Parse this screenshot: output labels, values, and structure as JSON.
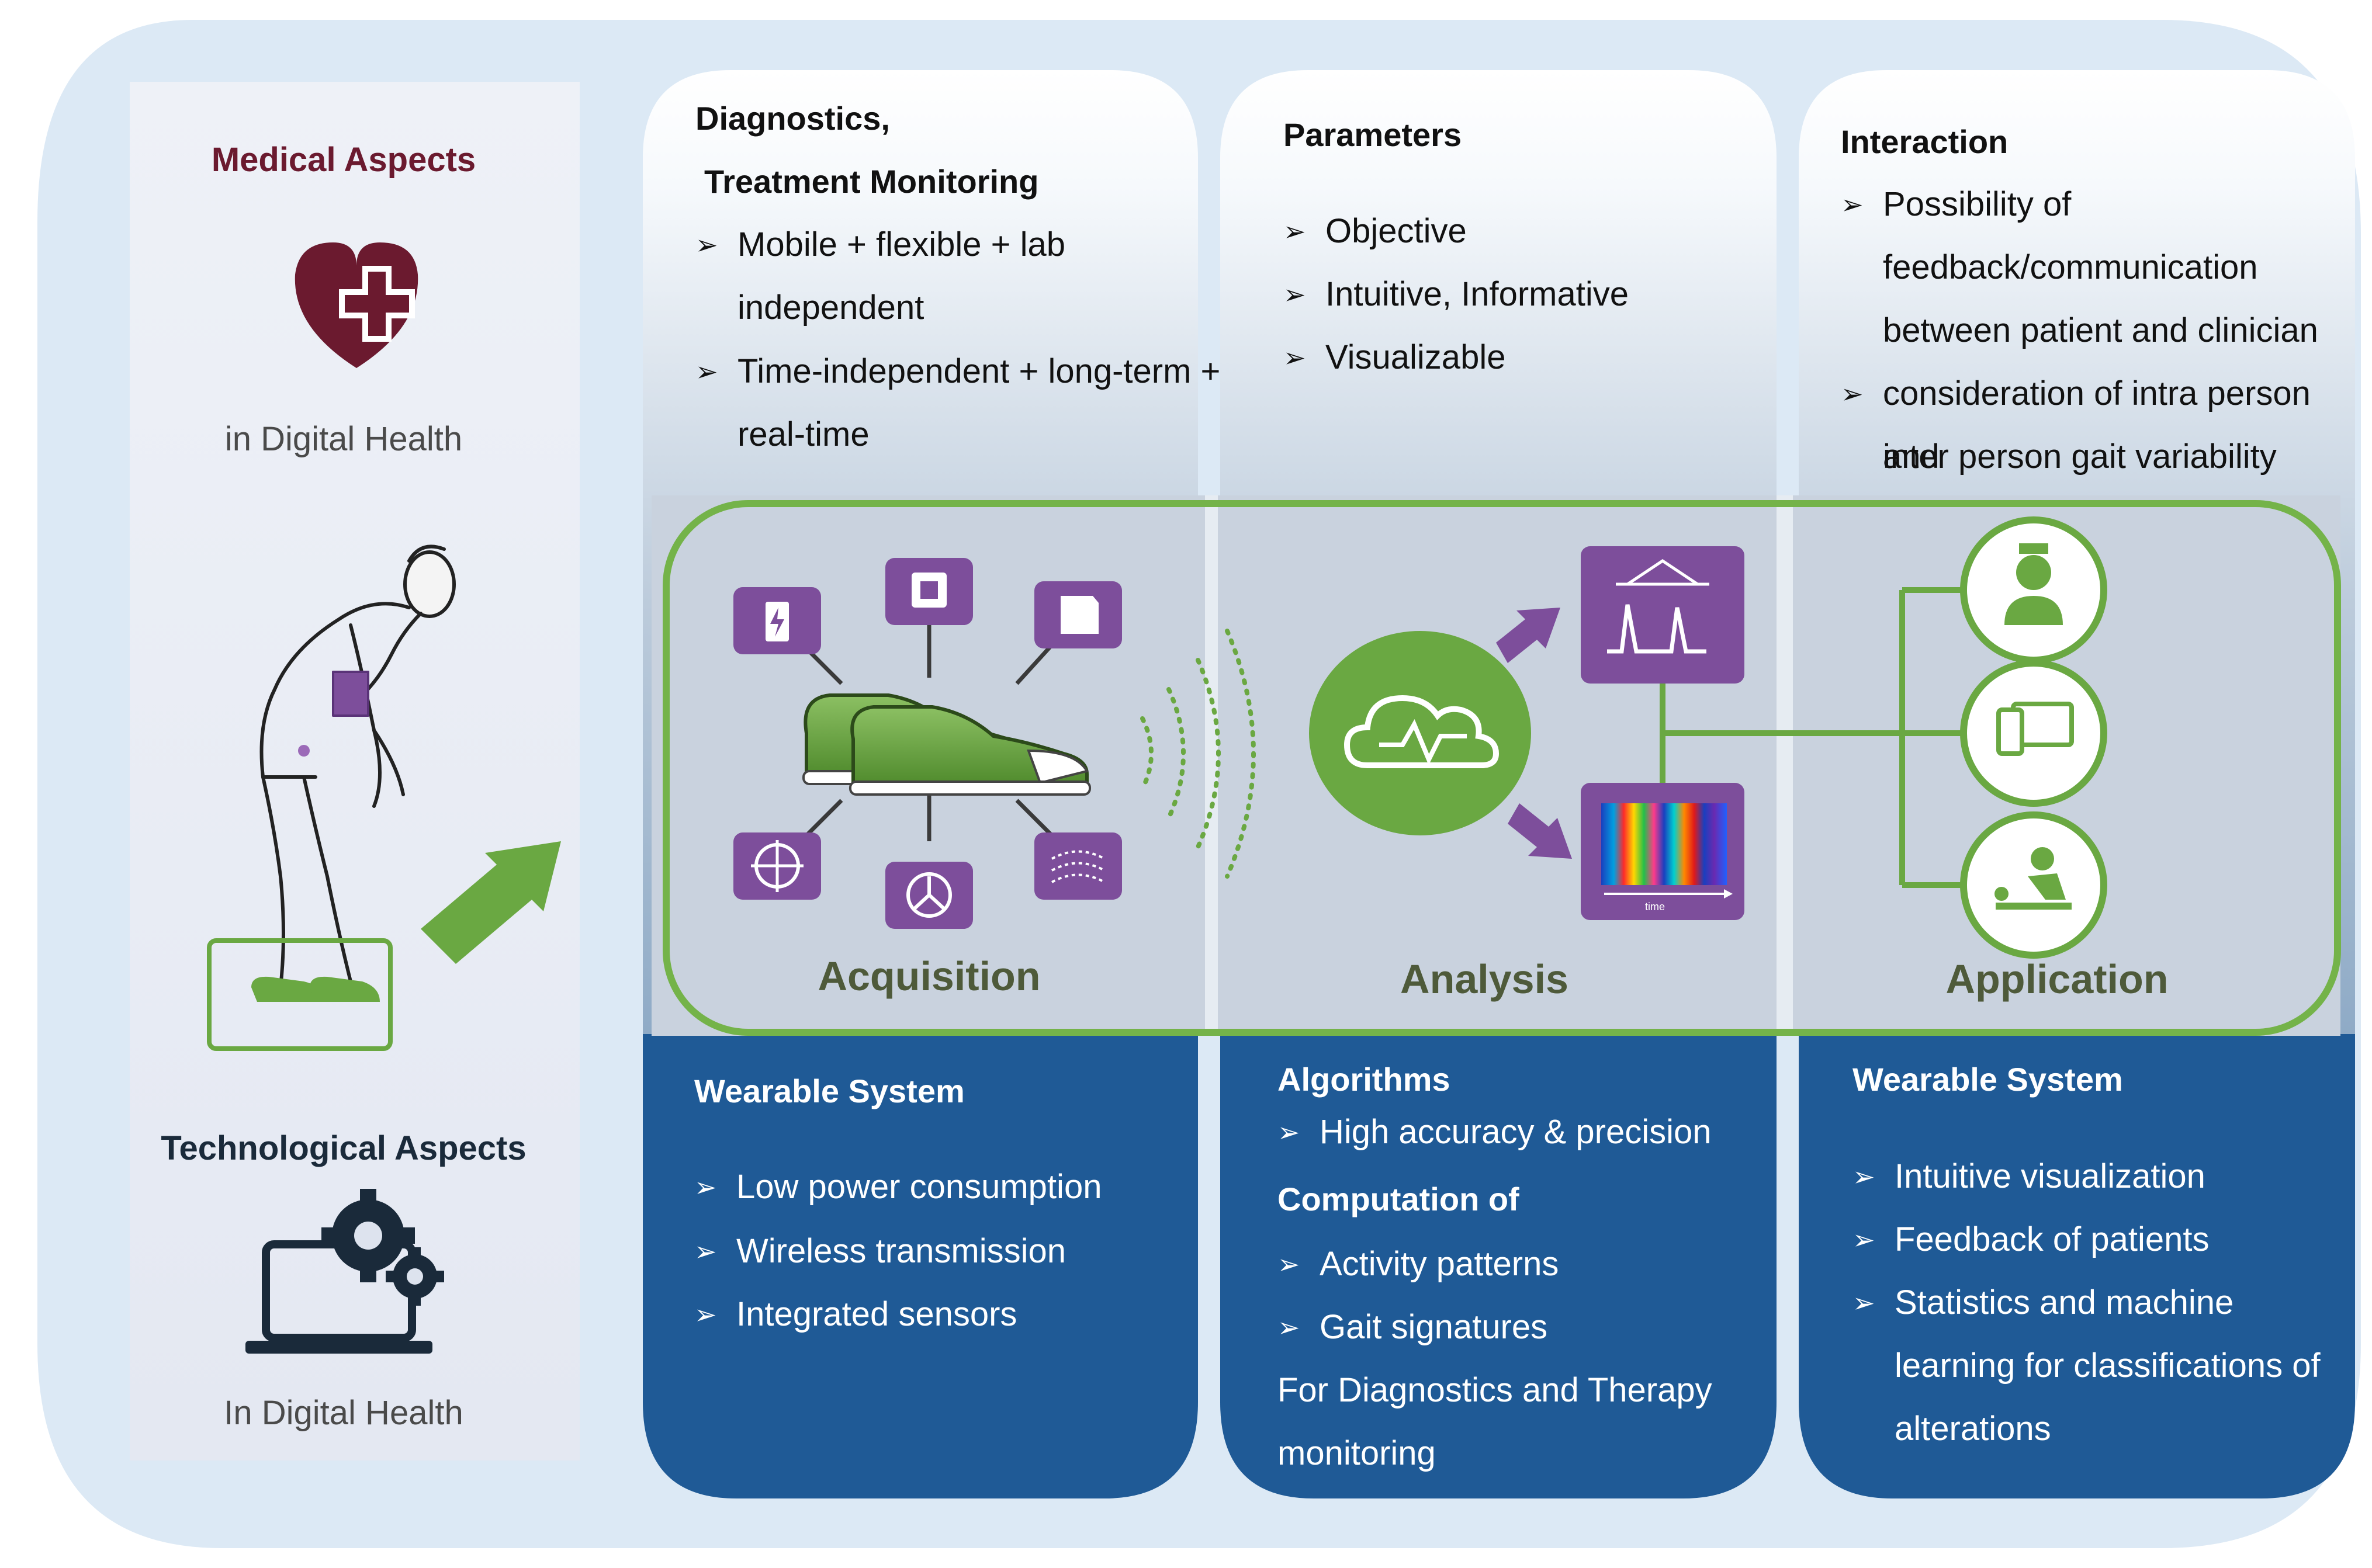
{
  "left": {
    "medical_title": "Medical Aspects",
    "medical_sub": "in Digital Health",
    "tech_title": "Technological Aspects",
    "tech_sub": "In Digital Health"
  },
  "columns": [
    {
      "top_title_1": "Diagnostics,",
      "top_title_2": "Treatment Monitoring",
      "top_items": [
        "Mobile + flexible + lab",
        "independent",
        "Time-independent + long-term +",
        "real-time"
      ],
      "bottom_title": "Wearable System",
      "bottom_items": [
        "Low power consumption",
        "Wireless transmission",
        "Integrated sensors"
      ]
    },
    {
      "top_title_1": "Parameters",
      "top_items": [
        "Objective",
        "Intuitive, Informative",
        "Visualizable"
      ],
      "bottom_title": "Algorithms",
      "bottom_items_a": [
        "High accuracy & precision"
      ],
      "bottom_title_2": "Computation of",
      "bottom_items_b": [
        "Activity patterns",
        "Gait signatures"
      ],
      "bottom_plain": [
        "For Diagnostics and Therapy",
        "monitoring"
      ]
    },
    {
      "top_title_1": "Interaction",
      "top_items": [
        "Possibility of",
        "feedback/communication",
        "between patient and clinician",
        "consideration of intra person and",
        "inter person gait variability"
      ],
      "bottom_title": "Wearable System",
      "bottom_items": [
        "Intuitive visualization",
        "Feedback of patients",
        "Statistics and machine",
        "learning for classifications of",
        "alterations"
      ]
    }
  ],
  "stages": [
    "Acquisition",
    "Analysis",
    "Application"
  ],
  "spectrogram_axis": "time",
  "colors": {
    "background_panel": "#dce9f5",
    "column_top": "#ffffff",
    "column_bottom": "#1f5a96",
    "band": "#c9d4e0",
    "band_border": "#74b349",
    "purple": "#7d4e9b",
    "green": "#6aa842",
    "heart": "#6b1a2f"
  }
}
